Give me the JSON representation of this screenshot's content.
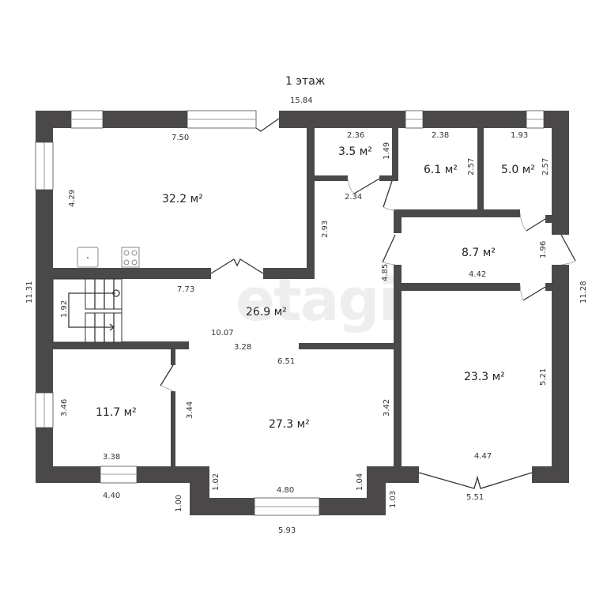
{
  "title": "1 этаж",
  "watermark": "etagi",
  "colors": {
    "wall": "#4a4849",
    "background": "#ffffff",
    "text": "#333333",
    "watermark": "#eeeeee"
  },
  "rooms": [
    {
      "id": "kitchen-living",
      "area": "32.2 м²"
    },
    {
      "id": "storage-small",
      "area": "3.5 м²"
    },
    {
      "id": "bathroom",
      "area": "6.1 м²"
    },
    {
      "id": "toilet",
      "area": "5.0 м²"
    },
    {
      "id": "corridor",
      "area": "8.7 м²"
    },
    {
      "id": "hall",
      "area": "26.9 м²"
    },
    {
      "id": "bedroom-right",
      "area": "23.3 м²"
    },
    {
      "id": "bedroom-left",
      "area": "11.7 м²"
    },
    {
      "id": "living-room",
      "area": "27.3 м²"
    }
  ],
  "dimensions": {
    "overall_width_top": "15.84",
    "overall_height_left": "11.31",
    "overall_height_right": "11.28",
    "kitchen_width": "7.50",
    "kitchen_height": "4.29",
    "storage_width": "2.36",
    "storage_height": "1.49",
    "storage_door": "2.34",
    "bathroom_width": "2.38",
    "bathroom_height": "2.57",
    "toilet_width": "1.93",
    "toilet_height": "2.57",
    "corridor_height": "1.96",
    "corridor_width": "4.42",
    "corridor_side": "4.85",
    "hall_side": "2.93",
    "hall_length": "7.73",
    "hall_total": "10.07",
    "hall_opening": "3.28",
    "hall_bottom": "6.51",
    "stairs": "1.92",
    "bedroom_left_height": "3.46",
    "bedroom_left_width": "3.38",
    "bedroom_left_outer": "4.40",
    "bedroom_left_inner_wall": "3.44",
    "living_right_wall": "3.42",
    "bay_left_depth": "1.02",
    "bay_left_outer": "1.00",
    "bay_width": "4.80",
    "bay_right_depth": "1.04",
    "bay_right_outer": "1.03",
    "bay_outer_width": "5.93",
    "bedroom_right_height": "5.21",
    "bedroom_right_width": "4.47",
    "bedroom_right_bay": "5.51"
  }
}
